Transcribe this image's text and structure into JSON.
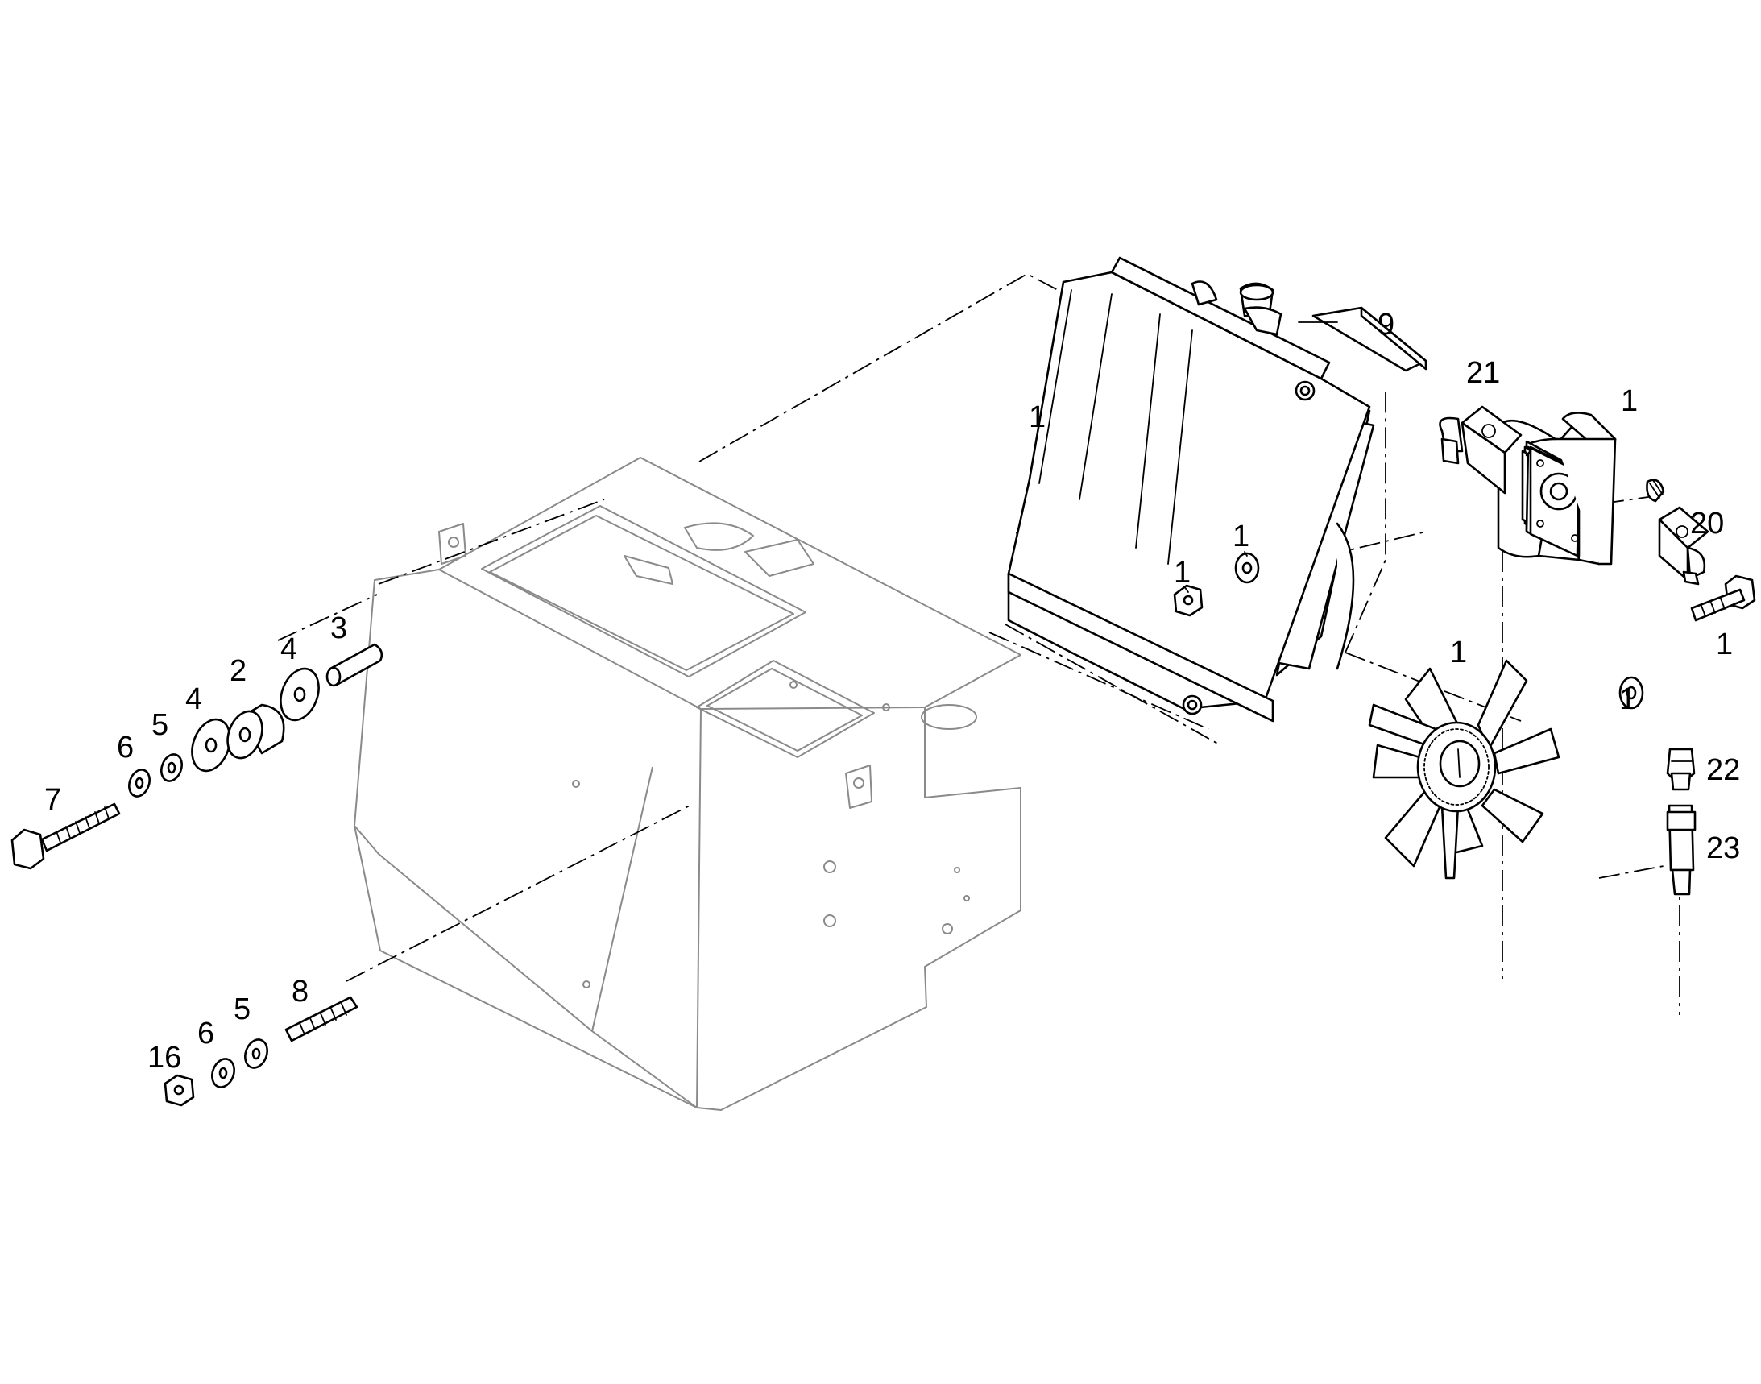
{
  "callouts": {
    "c_frame_bolt": "7",
    "c_left_washer6": "6",
    "c_left_washer5": "5",
    "c_left_disc4a": "4",
    "c_mount_rubber": "2",
    "c_left_disc4b": "4",
    "c_sleeve": "3",
    "c_low_nut": "16",
    "c_low_washer6": "6",
    "c_low_washer5": "5",
    "c_stud": "8",
    "c_radiator": "1",
    "c_rad_nut": "1",
    "c_rad_washer": "1",
    "c_shroud_plate": "9",
    "c_pump": "1",
    "c_flange_upper": "21",
    "c_flange_lower": "20",
    "c_pump_bolt": "1",
    "c_pump_washer": "1",
    "c_fan": "1",
    "c_fitting": "22",
    "c_valve": "23"
  }
}
